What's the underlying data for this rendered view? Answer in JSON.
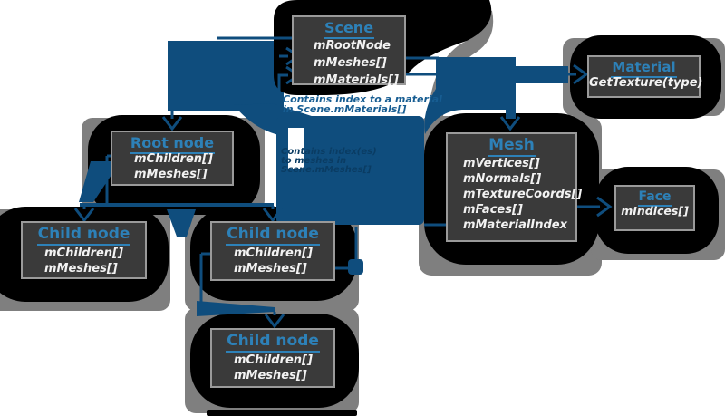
{
  "diagram": {
    "nodes": {
      "scene": {
        "title": "Scene",
        "fields": [
          "mRootNode",
          "mMeshes[]",
          "mMaterials[]"
        ]
      },
      "material": {
        "title": "Material",
        "fields": [
          "GetTexture(type)"
        ]
      },
      "root_node": {
        "title": "Root node",
        "fields": [
          "mChildren[]",
          "mMeshes[]"
        ]
      },
      "mesh": {
        "title": "Mesh",
        "fields": [
          "mVertices[]",
          "mNormals[]",
          "mTextureCoords[]",
          "mFaces[]",
          "mMaterialIndex"
        ]
      },
      "face": {
        "title": "Face",
        "fields": [
          "mIndices[]"
        ]
      },
      "child_node_1": {
        "title": "Child node",
        "fields": [
          "mChildren[]",
          "mMeshes[]"
        ]
      },
      "child_node_2": {
        "title": "Child node",
        "fields": [
          "mChildren[]",
          "mMeshes[]"
        ]
      },
      "child_node_3": {
        "title": "Child node",
        "fields": [
          "mChildren[]",
          "mMeshes[]"
        ]
      }
    },
    "annotations": {
      "material_index_note": {
        "line1": "Contains index to a material",
        "line2": "in Scene.mMaterials[]"
      },
      "mesh_index_note": {
        "line1": "Contains index(es)",
        "line2": "to meshes in",
        "line3": "Scene.mMeshes[]"
      }
    },
    "colors": {
      "arrow_blue": "#0f4d7d",
      "title_blue": "#2d81b8",
      "box_background": "#3a3a3a",
      "box_border": "#9a9a9a",
      "blob_black": "#000000",
      "blob_gray": "#7f7f7f",
      "note_blue": "#175d92",
      "note_dark_blue": "#0a3c63",
      "field_text": "#f2f2f2"
    }
  }
}
